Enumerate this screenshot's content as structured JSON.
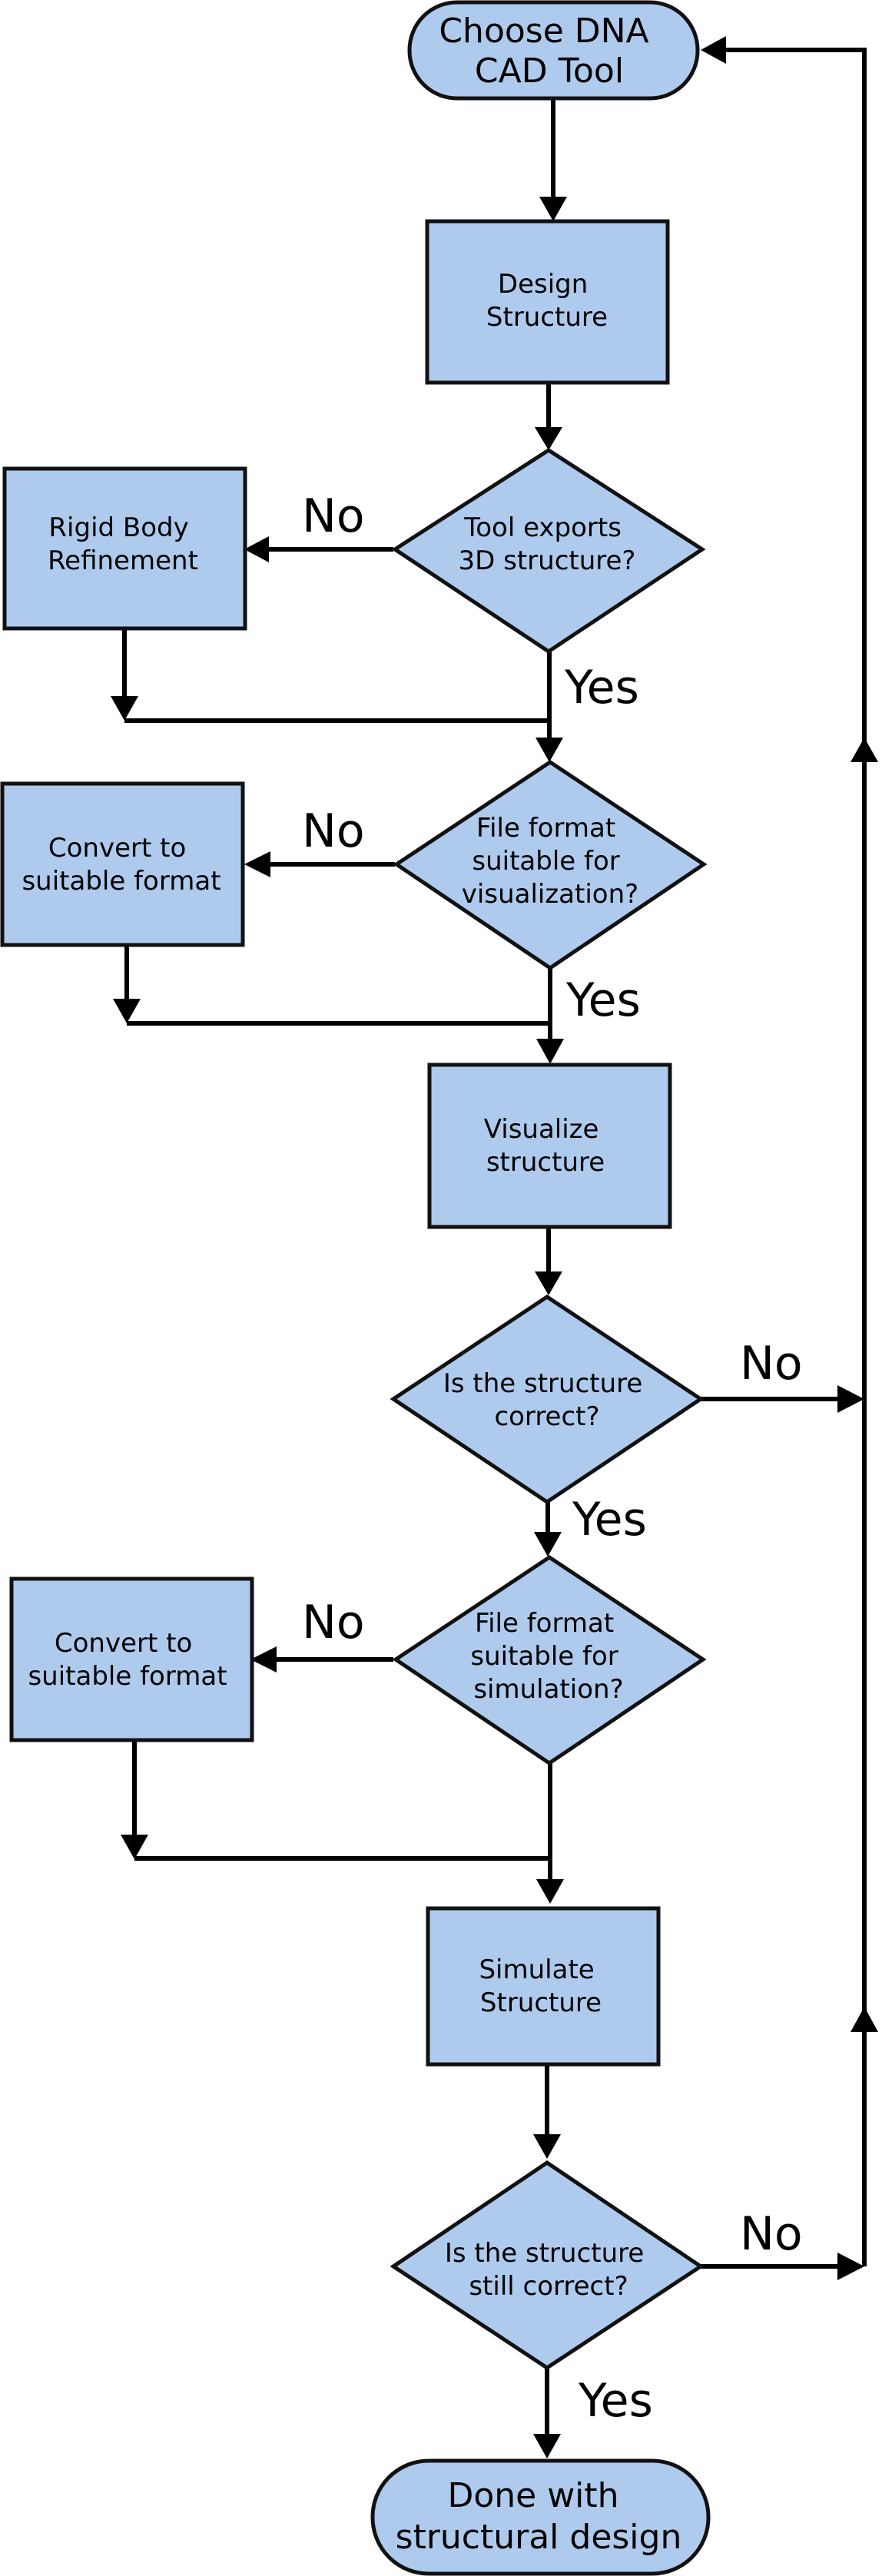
{
  "colors": {
    "fill": "#aecbee",
    "stroke": "#111111",
    "line": "#000000",
    "background": "#ffffff"
  },
  "nodes": {
    "start": {
      "lines": [
        "Choose DNA",
        "CAD Tool"
      ]
    },
    "design": {
      "lines": [
        "Design",
        "Structure"
      ]
    },
    "q_exports": {
      "lines": [
        "Tool exports",
        "3D structure?"
      ]
    },
    "rigid": {
      "lines": [
        "Rigid Body",
        "Refinement"
      ]
    },
    "q_vis_format": {
      "lines": [
        "File format",
        "suitable for",
        "visualization?"
      ]
    },
    "convert_vis": {
      "lines": [
        "Convert to",
        "suitable format"
      ]
    },
    "visualize": {
      "lines": [
        "Visualize",
        "structure"
      ]
    },
    "q_correct": {
      "lines": [
        "Is the structure",
        "correct?"
      ]
    },
    "q_sim_format": {
      "lines": [
        "File format",
        "suitable for",
        "simulation?"
      ]
    },
    "convert_sim": {
      "lines": [
        "Convert to",
        "suitable format"
      ]
    },
    "simulate": {
      "lines": [
        "Simulate",
        "Structure"
      ]
    },
    "q_still": {
      "lines": [
        "Is the structure",
        "still correct?"
      ]
    },
    "done": {
      "lines": [
        "Done with",
        "structural design"
      ]
    }
  },
  "edge_labels": {
    "exports_no": "No",
    "exports_yes": "Yes",
    "vis_no": "No",
    "vis_yes": "Yes",
    "correct_no": "No",
    "correct_yes": "Yes",
    "sim_no": "No",
    "still_no": "No",
    "still_yes": "Yes"
  }
}
